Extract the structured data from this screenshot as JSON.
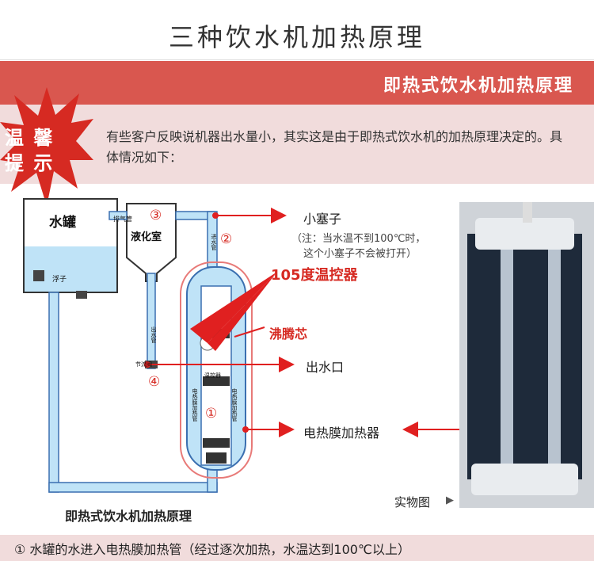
{
  "page": {
    "title": "三种饮水机加热原理"
  },
  "banner": {
    "heading": "即热式饮水机加热原理"
  },
  "tip": {
    "badge_line1": "温 馨",
    "badge_line2": "提 示",
    "text": "有些客户反映说机器出水量小，其实这是由于即热式饮水机的加热原理决定的。具体情况如下："
  },
  "diagram": {
    "tank_label": "水罐",
    "float_label": "浮子",
    "exhaust_label": "排气管",
    "liquefy_label": "液化室",
    "outlet_tube_label": "出水管",
    "inlet_tube_label": "进水管",
    "throttle_label": "节流阀",
    "thermo_small_label": "温控器",
    "heater_small_label_left": "电热膜加热管",
    "heater_small_label_right": "电热膜加热管",
    "num1": "①",
    "num2": "②",
    "num3": "③",
    "num4": "④",
    "plug_label": "小塞子",
    "plug_note_line1": "（注：当水温不到100℃时，",
    "plug_note_line2": "这个小塞子不会被打开）",
    "thermostat_label": "105度温控器",
    "boiling_label": "沸腾芯",
    "outlet_label": "出水口",
    "heater_label": "电热膜加热器",
    "caption": "即热式饮水机加热原理",
    "photo_label": "实物图"
  },
  "footer": {
    "step1": "① 水罐的水进入电热膜加热管（经过逐次加热，水温达到100℃以上）"
  },
  "colors": {
    "banner": "#d9574f",
    "tip_band": "#f1dcdc",
    "arrow_red": "#e02020",
    "water": "#bfe3f7",
    "pipe_border": "#3a6fb0"
  }
}
